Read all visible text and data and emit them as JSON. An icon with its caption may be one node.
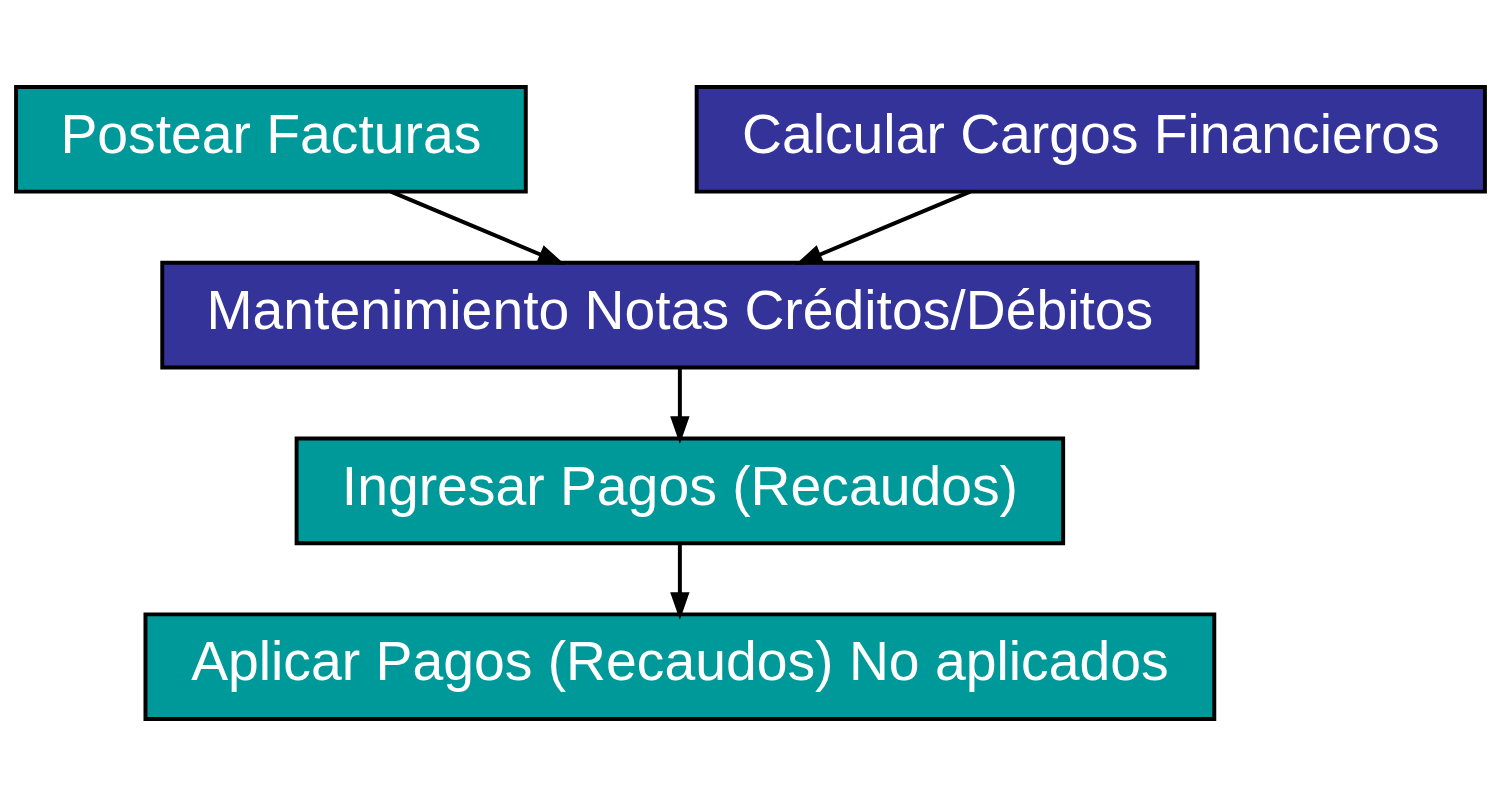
{
  "diagram": {
    "nodes": [
      {
        "text": [
          "Postear Facturas"
        ]
      },
      {
        "text": [
          "Calcular Cargos Financieros"
        ]
      },
      {
        "text": [
          "Mantenimiento Notas Créditos/Débitos"
        ]
      },
      {
        "text": [
          "Ingresar Pagos (Recaudos)"
        ]
      },
      {
        "text": [
          "Aplicar Pagos (Recaudos) No aplicados"
        ]
      }
    ],
    "edges": [
      {
        "from": 0,
        "to": 2,
        "arrow": "to"
      },
      {
        "from": 1,
        "to": 2,
        "arrow": "to"
      },
      {
        "from": 2,
        "to": 3,
        "arrow": "to"
      },
      {
        "from": 3,
        "to": 4,
        "arrow": "to"
      }
    ]
  }
}
